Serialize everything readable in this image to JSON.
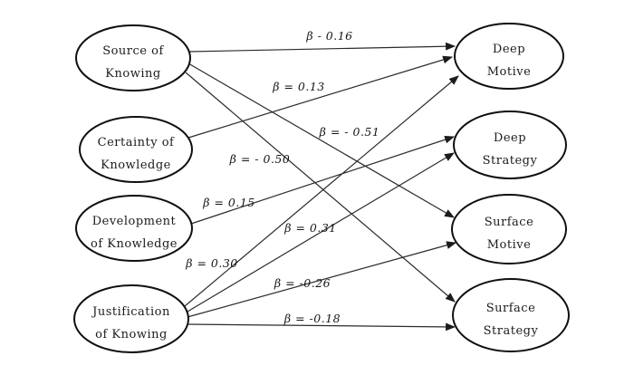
{
  "figure": {
    "type": "structural-path-diagram",
    "background_color": "#ffffff",
    "line_color": "#2b2b2b",
    "node_fill": "#ffffff",
    "node_stroke": "#0f0f0f",
    "nodes": {
      "source_of_knowing": {
        "line1": "Source of",
        "line2": "Knowing"
      },
      "certainty_of_knowledge": {
        "line1": "Certainty of",
        "line2": "Knowledge"
      },
      "development_of_knowledge": {
        "line1": "Development",
        "line2": "of Knowledge"
      },
      "justification_of_knowing": {
        "line1": "Justification",
        "line2": "of Knowing"
      },
      "deep_motive": {
        "line1": "Deep",
        "line2": "Motive"
      },
      "deep_strategy": {
        "line1": "Deep",
        "line2": "Strategy"
      },
      "surface_motive": {
        "line1": "Surface",
        "line2": "Motive"
      },
      "surface_strategy": {
        "line1": "Surface",
        "line2": "Strategy"
      }
    },
    "paths": [
      {
        "from": "Source of Knowing",
        "to": "Deep Motive",
        "label": "β - 0.16"
      },
      {
        "from": "Source of Knowing",
        "to": "Surface Motive",
        "label": "β = - 0.51"
      },
      {
        "from": "Source of Knowing",
        "to": "Surface Strategy",
        "label": "β = - 0.50"
      },
      {
        "from": "Certainty of Knowledge",
        "to": "Deep Motive",
        "label": "β = 0.13"
      },
      {
        "from": "Development of Knowledge",
        "to": "Deep Strategy",
        "label": "β = 0.15"
      },
      {
        "from": "Justification of Knowing",
        "to": "Deep Motive",
        "label": "β = 0.30"
      },
      {
        "from": "Justification of Knowing",
        "to": "Deep Strategy",
        "label": "β = 0.31"
      },
      {
        "from": "Justification of Knowing",
        "to": "Surface Motive",
        "label": "β = -0.26"
      },
      {
        "from": "Justification of Knowing",
        "to": "Surface Strategy",
        "label": "β = -0.18"
      }
    ]
  }
}
